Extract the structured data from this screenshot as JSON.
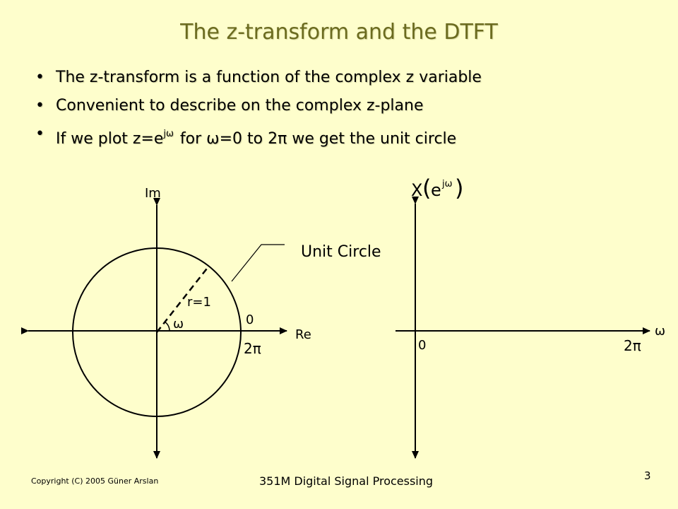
{
  "slide": {
    "title": "The z-transform and the DTFT",
    "bullets": {
      "b1": "The z-transform is a function of the complex z variable",
      "b2": "Convenient to describe on the complex z-plane",
      "b3_pre": "If we plot z=e",
      "b3_sup": "jω",
      "b3_post": " for ω=0 to 2π we get the unit circle"
    }
  },
  "z_plane": {
    "im_label": "Im",
    "re_label": "Re",
    "radius_label": "r=1",
    "angle_label": "ω",
    "zero_label": "0",
    "two_pi_label": "2π",
    "callout_label": "Unit Circle"
  },
  "dtft_plot": {
    "y_label_main": "X",
    "y_label_inner": "e",
    "y_label_sup": "jω",
    "x_label": "ω",
    "origin_label": "0",
    "two_pi_label": "2π"
  },
  "footer": {
    "copyright": "Copyright (C) 2005 Güner Arslan",
    "course": "351M Digital Signal Processing",
    "page": "3"
  }
}
